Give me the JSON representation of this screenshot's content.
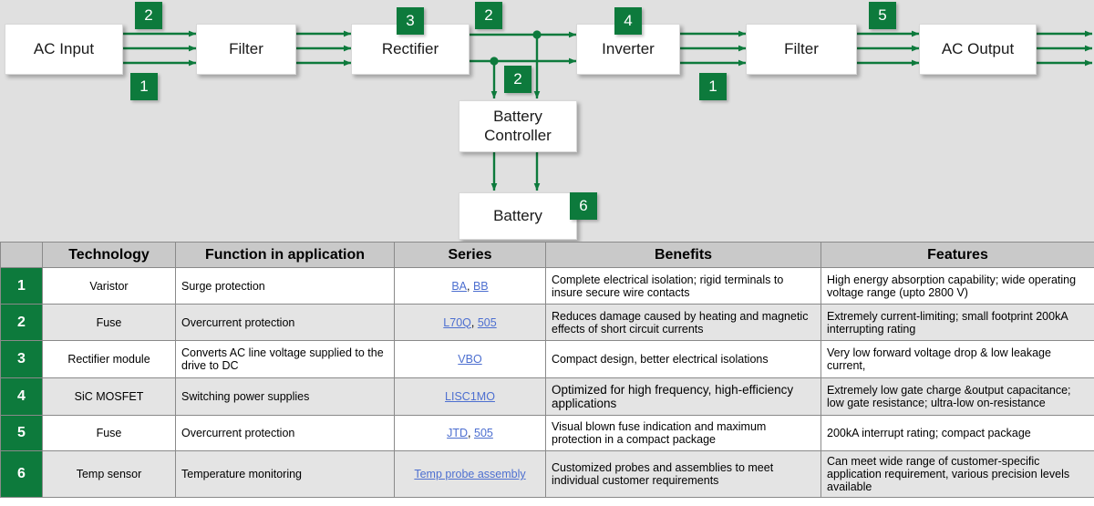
{
  "diagram": {
    "background_color": "#e0e0e0",
    "accent_color": "#0d7a3c",
    "nodes": [
      {
        "id": "ac-input",
        "label": "AC Input"
      },
      {
        "id": "filter-input",
        "label": "Filter"
      },
      {
        "id": "rectifier",
        "label": "Rectifier"
      },
      {
        "id": "inverter",
        "label": "Inverter"
      },
      {
        "id": "filter-output",
        "label": "Filter"
      },
      {
        "id": "ac-output",
        "label": "AC Output"
      },
      {
        "id": "battery-controller",
        "label": "Battery Controller"
      },
      {
        "id": "battery",
        "label": "Battery"
      }
    ],
    "badges": [
      {
        "id": "badge-a",
        "value": "2"
      },
      {
        "id": "badge-b",
        "value": "1"
      },
      {
        "id": "badge-c",
        "value": "3"
      },
      {
        "id": "badge-d",
        "value": "2"
      },
      {
        "id": "badge-e",
        "value": "2"
      },
      {
        "id": "badge-f",
        "value": "4"
      },
      {
        "id": "badge-g",
        "value": "1"
      },
      {
        "id": "badge-h",
        "value": "5"
      },
      {
        "id": "badge-i",
        "value": "6"
      }
    ]
  },
  "table": {
    "headers": {
      "num": "",
      "technology": "Technology",
      "function": "Function in application",
      "series": "Series",
      "benefits": "Benefits",
      "features": "Features"
    },
    "rows": [
      {
        "num": "1",
        "technology": "Varistor",
        "function": "Surge protection",
        "series_links": [
          "BA",
          "BB"
        ],
        "benefits": "Complete electrical isolation; rigid terminals to insure secure wire contacts",
        "features": "High energy absorption capability; wide operating voltage range (upto 2800 V)"
      },
      {
        "num": "2",
        "technology": "Fuse",
        "function": "Overcurrent protection",
        "series_links": [
          "L70Q",
          "505"
        ],
        "benefits": "Reduces damage caused by heating and magnetic effects of short circuit currents",
        "features": "Extremely current-limiting; small footprint 200kA interrupting rating"
      },
      {
        "num": "3",
        "technology": "Rectifier module",
        "function": "Converts AC line voltage supplied to the drive to DC",
        "series_links": [
          "VBO"
        ],
        "benefits": "Compact design, better electrical isolations",
        "features": "Very low forward voltage drop & low leakage current,"
      },
      {
        "num": "4",
        "technology": "SiC MOSFET",
        "function": "Switching power supplies",
        "series_links": [
          "LISC1MO"
        ],
        "benefits": "Optimized for high frequency, high-efficiency applications",
        "features": "Extremely low gate charge &output capacitance; low gate resistance; ultra-low on-resistance"
      },
      {
        "num": "5",
        "technology": "Fuse",
        "function": "Overcurrent protection",
        "series_links": [
          "JTD",
          "505"
        ],
        "benefits": "Visual blown fuse indication and maximum protection in a compact package",
        "features": "200kA  interrupt rating; compact package"
      },
      {
        "num": "6",
        "technology": "Temp sensor",
        "function": "Temperature monitoring",
        "series_links": [
          "Temp probe assembly"
        ],
        "benefits": "Customized probes and assemblies to meet individual customer requirements",
        "features": "Can meet wide range of customer-specific application requirement, various precision levels available"
      }
    ]
  }
}
